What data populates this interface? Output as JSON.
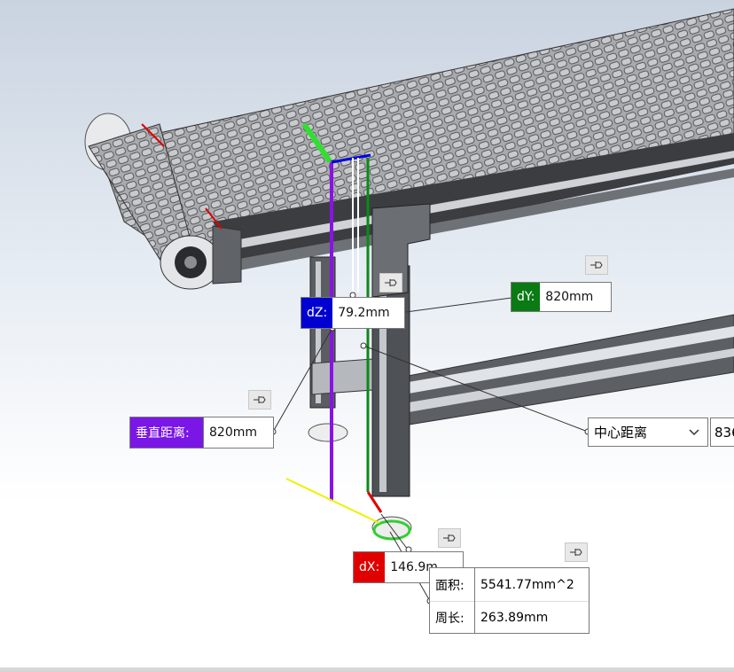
{
  "measurements": {
    "dz": {
      "label": "dZ:",
      "value": "79.2mm",
      "color": "#0000d0"
    },
    "dy": {
      "label": "dY:",
      "value": "820mm",
      "color": "#0a7a14"
    },
    "vertical": {
      "label": "垂直距离:",
      "value": "820mm",
      "color": "#7a16e6"
    },
    "dx": {
      "label": "dX:",
      "value": "146.9m",
      "color": "#e00000"
    },
    "center": {
      "selected": "中心距离",
      "value": "836"
    },
    "area": {
      "area_label": "面积:",
      "area_value": "5541.77mm^2",
      "perimeter_label": "周长:",
      "perimeter_value": "263.89mm"
    }
  }
}
